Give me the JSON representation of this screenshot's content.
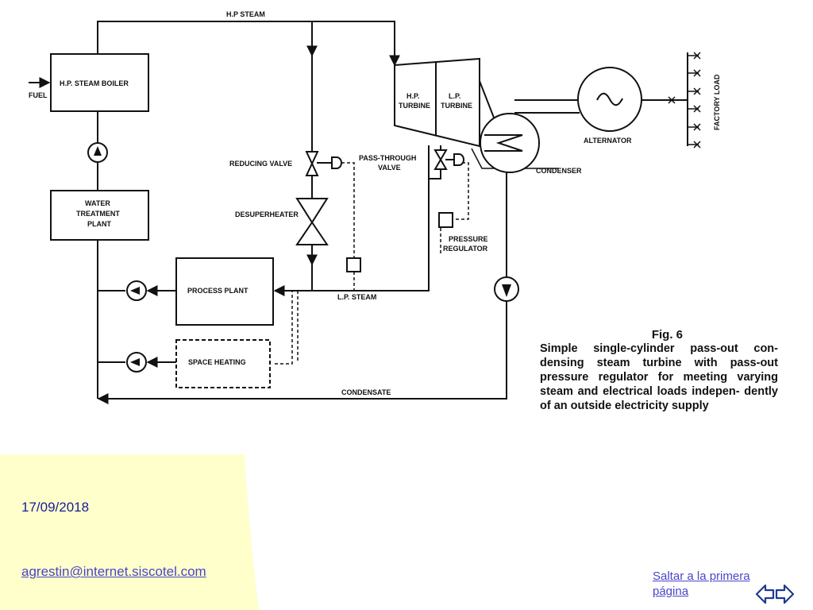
{
  "diagram": {
    "hp_steam": "H.P STEAM",
    "fuel": "FUEL",
    "boiler": "H.P. STEAM BOILER",
    "water_treatment": [
      "WATER",
      "TREATMENT",
      "PLANT"
    ],
    "reducing_valve": "REDUCING VALVE",
    "desuperheater": "DESUPERHEATER",
    "pass_through_valve": [
      "PASS-THROUGH",
      "VALVE"
    ],
    "hp_turbine": [
      "H.P.",
      "TURBINE"
    ],
    "lp_turbine": [
      "L.P.",
      "TURBINE"
    ],
    "alternator": "ALTERNATOR",
    "condenser": "CONDENSER",
    "factory_load": "FACTORY LOAD",
    "pressure_regulator": [
      "PRESSURE",
      "REGULATOR"
    ],
    "process_plant": "PROCESS PLANT",
    "lp_steam": "L.P. STEAM",
    "space_heating": "SPACE HEATING",
    "condensate": "CONDENSATE"
  },
  "caption": {
    "figure": "Fig. 6",
    "text": "Simple single-cylinder pass-out con- densing steam turbine with pass-out pressure regulator for meeting varying steam and electrical loads indepen- dently of an outside electricity supply"
  },
  "footer": {
    "date": "17/09/2018",
    "email": "agrestin@internet.siscotel.com",
    "first_page_link": "Saltar a la primera página"
  },
  "colors": {
    "panel": "#ffffcc",
    "link": "#4a45c8",
    "date": "#1a1a99",
    "nav_icon": "#1f3a8f"
  },
  "icons": [
    "back-arrow-icon",
    "forward-arrow-icon"
  ]
}
